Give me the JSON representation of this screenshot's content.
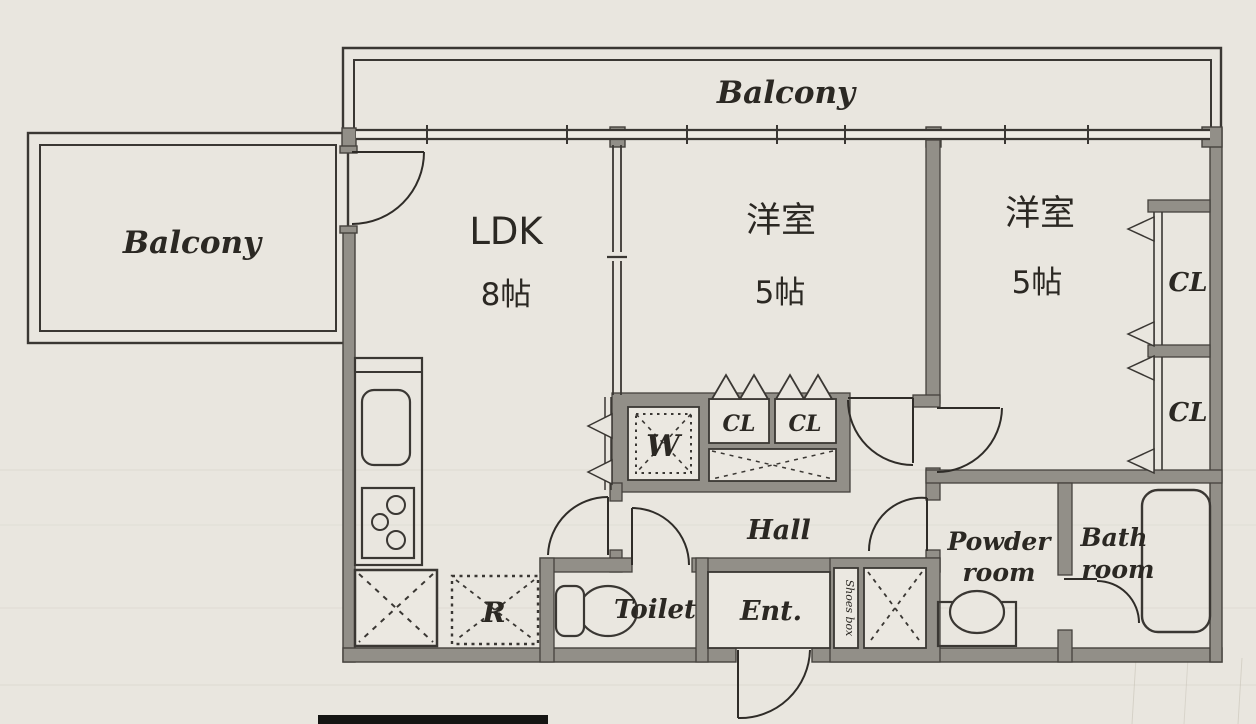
{
  "document_type": "apartment floor plan (scanned)",
  "labels": {
    "balcony_top": "Balcony",
    "balcony_left": "Balcony",
    "ldk_name": "LDK",
    "ldk_size": "8帖",
    "bedroom_name": "洋室",
    "bedroom_size": "5帖",
    "closet": "CL",
    "washer": "W",
    "hall": "Hall",
    "toilet": "Toilet",
    "entrance": "Ent.",
    "shoes_box": "Shoes box",
    "refrigerator": "R",
    "powder_room_line1": "Powder",
    "powder_room_line2": "room",
    "bath_room_line1": "Bath",
    "bath_room_line2": "room"
  },
  "colors": {
    "paper": "#e9e6df",
    "wall_fill": "#928f88",
    "line": "#3a3733",
    "text": "#2b2823"
  }
}
